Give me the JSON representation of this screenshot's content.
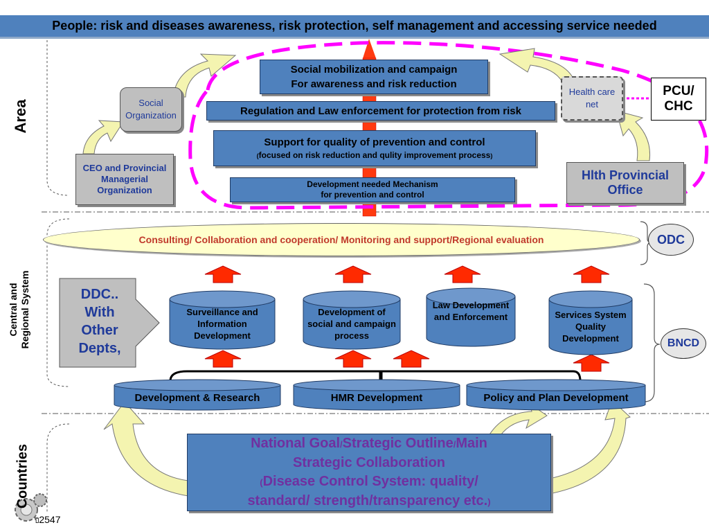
{
  "banner": {
    "title": "People: risk and diseases awareness, risk protection, self management and accessing service needed"
  },
  "sections": {
    "area": "Area",
    "central": "Central and\nRegional System",
    "countries": "Countries"
  },
  "area": {
    "social_mobilization": [
      "Social mobilization and campaign",
      "For awareness and risk reduction"
    ],
    "regulation": "Regulation and Law enforcement for protection from risk",
    "support_title": "Support for quality of prevention and control",
    "support_sub_open": "(",
    "support_sub": "focused on risk reduction and qulity improvement process",
    "support_sub_close": ")",
    "development_mech": [
      "Development needed Mechanism",
      "for prevention and control"
    ],
    "social_org": "Social Organization",
    "ceo_org": "CEO and Provincial Managerial Organization",
    "health_care_net": "Health care net",
    "pcu_chc": "PCU/ CHC",
    "hlth_office": "Hlth Provincial Office"
  },
  "central": {
    "consulting": "Consulting/ Collaboration and cooperation/ Monitoring and support/Regional evaluation",
    "odc": "ODC",
    "bncd": "BNCD",
    "ddc": [
      "DDC..",
      "With",
      "Other",
      "Depts,"
    ],
    "cylinders": [
      "Surveillance and Information Development",
      "Development of social and campaign process",
      "Law Development and Enforcement",
      "Services System Quality Development"
    ],
    "bases": [
      "Development & Research",
      "HMR Development",
      "Policy and Plan Development"
    ]
  },
  "countries": {
    "national_line1a": "National Goal",
    "national_slash1": "/",
    "national_line1b": "Strategic Outline",
    "national_slash2": "/",
    "national_line1c": "Main",
    "national_line2": "Strategic Collaboration",
    "national_paren_open": "(",
    "national_line3": "Disease Control System: quality/",
    "national_line4": "standard/ strength/transparency etc.",
    "national_paren_close": ")"
  },
  "footer": {
    "year": "2547",
    "prefix": "ปี"
  },
  "colors": {
    "box_blue": "#4f81bd",
    "magenta": "#ff00ff",
    "red_arrow": "#ff2a00",
    "orange_text": "#c0392b",
    "purple_text": "#7030a0",
    "yellow_oval": "#ffffcc"
  }
}
